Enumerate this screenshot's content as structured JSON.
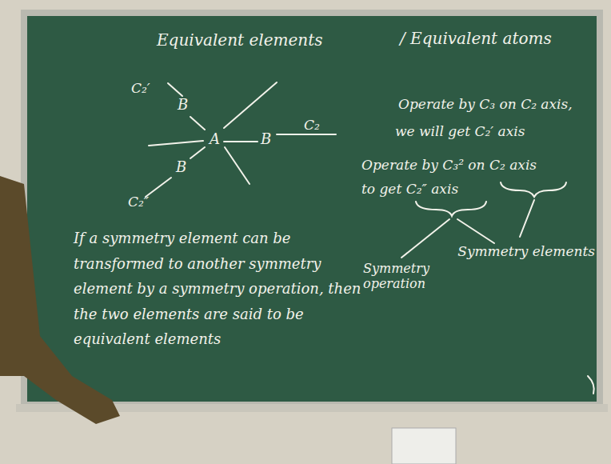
{
  "diagram": {
    "labels": [
      "Equivalent elements",
      "/ Equivalent atoms",
      "C₂′",
      "B",
      "A",
      "B",
      "C₂",
      "B",
      "C₂″",
      "Operate by C₃ on C₂ axis,",
      "we will get C₂′ axis",
      "Operate by C₃² on C₂ axis",
      "to get C₂″ axis",
      "Symmetry operation",
      "Symmetry elements",
      "If a symmetry element can be transformed to another symmetry element by a symmetry operation, then the two elements are said to be equivalent elements"
    ]
  }
}
